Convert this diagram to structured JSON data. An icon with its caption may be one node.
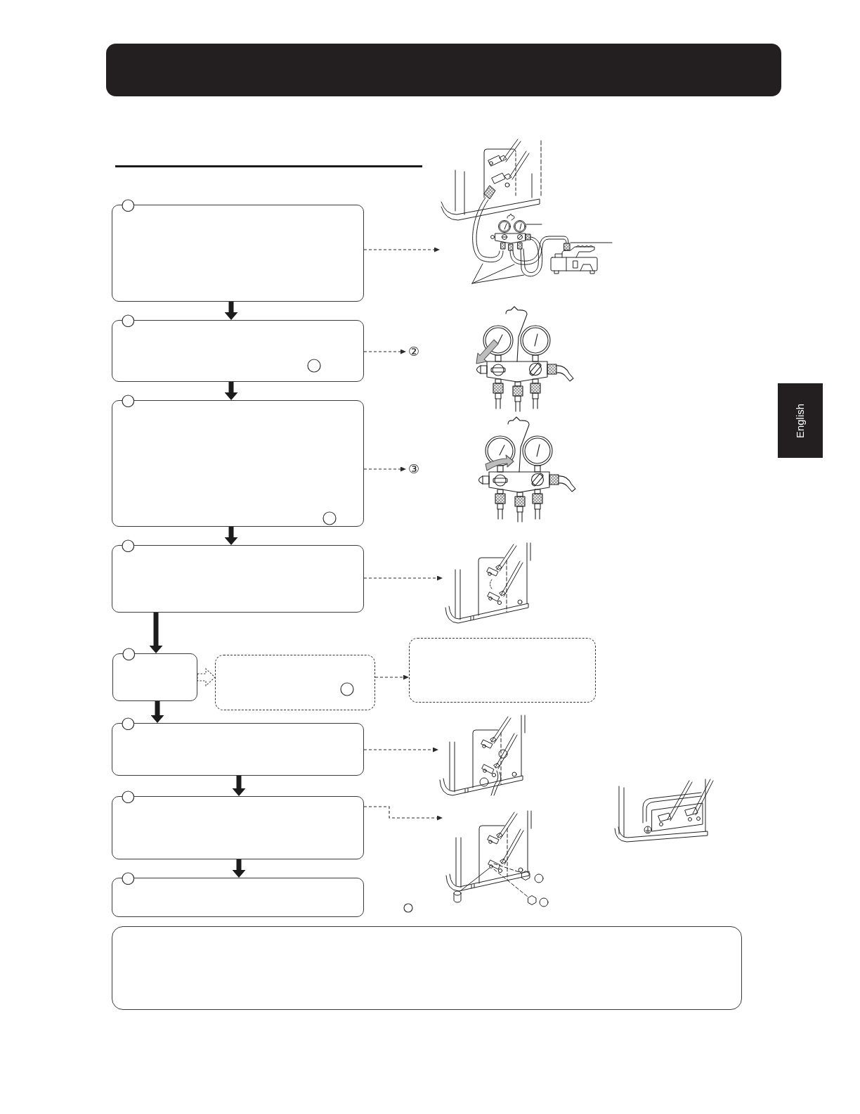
{
  "diagram": {
    "nodes": [
      {
        "text": [],
        "shape": "box"
      },
      {
        "text": [],
        "shape": "picture"
      },
      {
        "text": [],
        "shape": "box"
      },
      {
        "text": [
          "②"
        ]
      },
      {
        "text": [],
        "shape": "box"
      },
      {
        "text": [
          "③"
        ]
      },
      {
        "text": [],
        "shape": "box"
      },
      {
        "text": [],
        "shape": "picture"
      },
      {
        "text": [],
        "shape": "box"
      },
      {
        "text": [],
        "shape": "box"
      },
      {
        "text": [],
        "shape": "box"
      },
      {
        "text": [],
        "shape": "box"
      },
      {
        "text": [],
        "shape": "picture"
      },
      {
        "text": [],
        "shape": "box"
      },
      {
        "text": [],
        "shape": "picture"
      },
      {
        "text": [],
        "shape": "box"
      },
      {
        "text": [],
        "shape": "box"
      },
      {
        "text": [
          "English"
        ]
      }
    ],
    "edges": [
      {
        "from": 0,
        "to": 2,
        "arrow": "to",
        "style": "thick"
      },
      {
        "from": 0,
        "to": 1,
        "arrow": "to",
        "style": "dashed"
      },
      {
        "from": 2,
        "to": 4,
        "arrow": "to",
        "style": "thick"
      },
      {
        "from": 2,
        "to": 3,
        "arrow": "to",
        "style": "dashed"
      },
      {
        "from": 4,
        "to": 6,
        "arrow": "to",
        "style": "thick"
      },
      {
        "from": 4,
        "to": 5,
        "arrow": "to",
        "style": "dashed"
      },
      {
        "from": 6,
        "to": 8,
        "arrow": "to",
        "style": "thick"
      },
      {
        "from": 6,
        "to": 7,
        "arrow": "to",
        "style": "dashed"
      },
      {
        "from": 8,
        "to": 9,
        "arrow": "to",
        "style": "dashed"
      },
      {
        "from": 9,
        "to": 10,
        "arrow": "to",
        "style": "dashed"
      },
      {
        "from": 8,
        "to": 11,
        "arrow": "to",
        "style": "thick"
      },
      {
        "from": 11,
        "to": 13,
        "arrow": "to",
        "style": "thick"
      },
      {
        "from": 11,
        "to": 12,
        "arrow": "to",
        "style": "dashed"
      },
      {
        "from": 13,
        "to": 15,
        "arrow": "to",
        "style": "thick"
      },
      {
        "from": 13,
        "to": 14,
        "arrow": "to",
        "style": "dashed"
      }
    ]
  }
}
